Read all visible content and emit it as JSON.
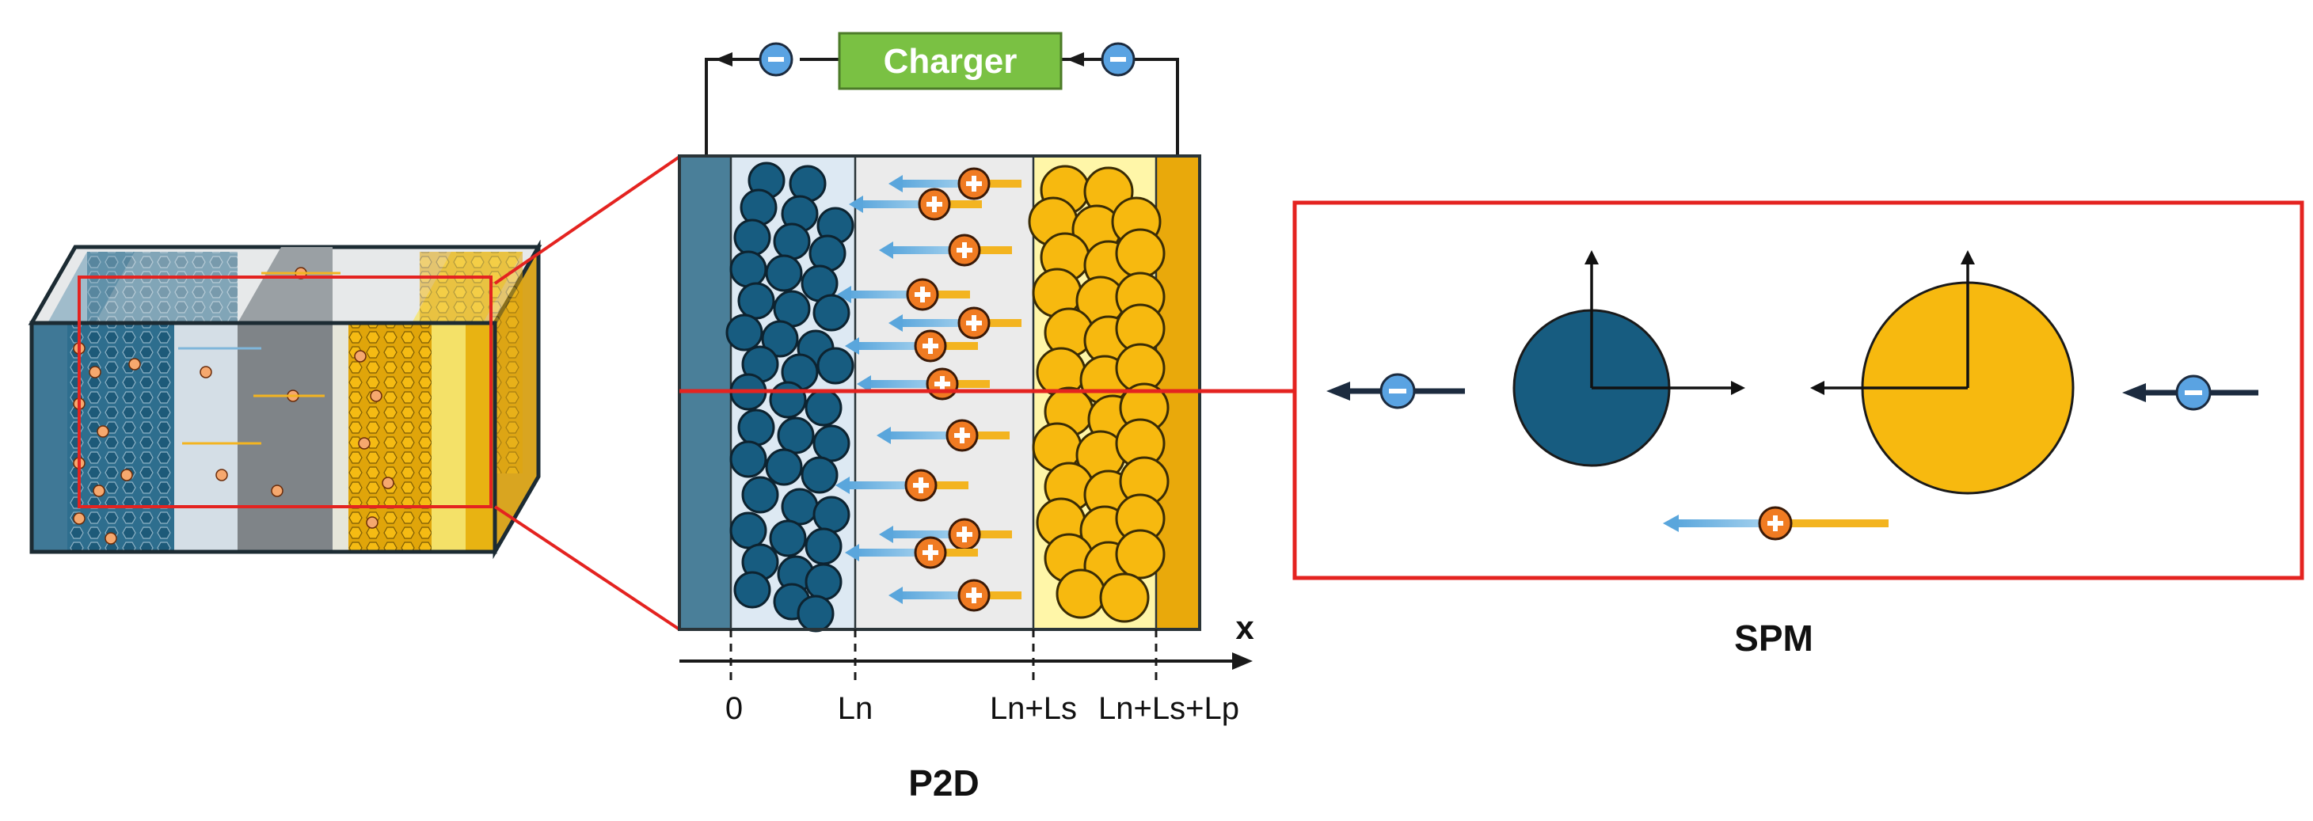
{
  "charger": {
    "label": "Charger",
    "fill": "#7ac143"
  },
  "axis": {
    "x_label": "x",
    "ticks": [
      "0",
      "Ln",
      "Ln+Ls",
      "Ln+Ls+Lp"
    ]
  },
  "captions": {
    "p2d": "P2D",
    "spm": "SPM"
  },
  "symbols": {
    "electron": "−",
    "lithium_ion": "+"
  },
  "colors": {
    "anode": "#175c80",
    "cathode": "#f7b90f",
    "anode_collector": "#4a7f99",
    "cathode_collector": "#e9a90b",
    "electrolyte": "#ebebeb",
    "anode_region_bg": "#dde9f3",
    "cathode_region_bg": "#fff6a8",
    "highlight_red": "#e42320",
    "ion": "#f07b22",
    "electron": "#5aa3e2"
  }
}
